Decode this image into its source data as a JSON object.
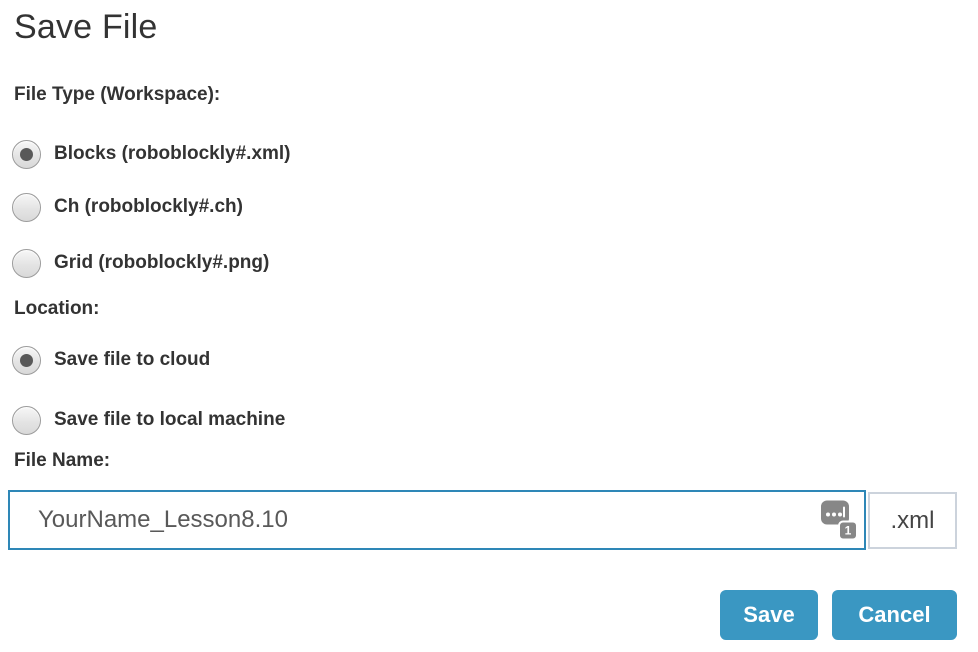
{
  "dialog": {
    "title": "Save File",
    "file_type": {
      "label": "File Type (Workspace):",
      "options": [
        {
          "label": "Blocks (roboblockly#.xml)",
          "selected": true
        },
        {
          "label": "Ch (roboblockly#.ch)",
          "selected": false
        },
        {
          "label": "Grid (roboblockly#.png)",
          "selected": false
        }
      ]
    },
    "location": {
      "label": "Location:",
      "options": [
        {
          "label": "Save file to cloud",
          "selected": true
        },
        {
          "label": "Save file to local machine",
          "selected": false
        }
      ]
    },
    "file_name": {
      "label": "File Name:",
      "value": "YourName_Lesson8.10",
      "extension": ".xml",
      "autofill_badge_count": "1"
    },
    "buttons": {
      "save": "Save",
      "cancel": "Cancel"
    },
    "colors": {
      "button_blue": "#3a97c2",
      "input_border_blue": "#2e87b7",
      "ext_box_border": "#ccd3dc",
      "text_dark": "#333333",
      "input_text_gray": "#595959",
      "radio_dot_gray": "#595959",
      "icon_gray": "#878787"
    }
  }
}
